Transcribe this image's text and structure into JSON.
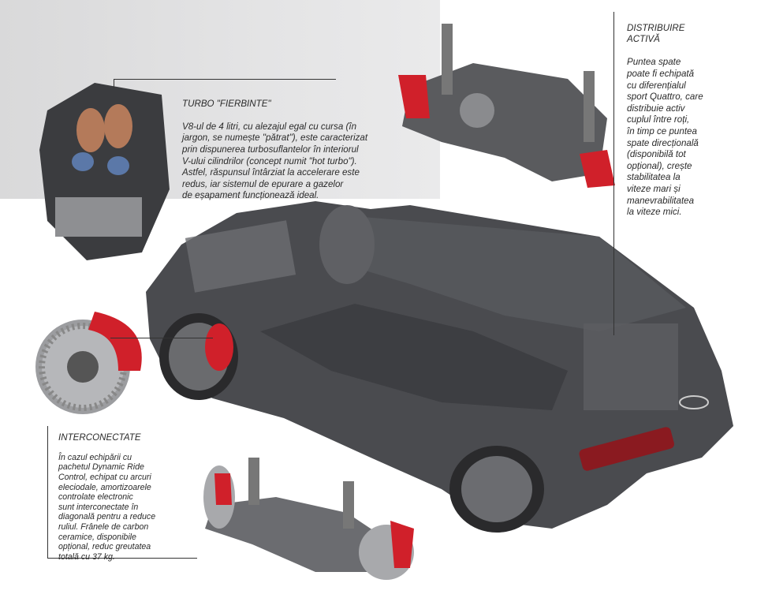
{
  "captions": {
    "turbo": {
      "title": "TURBO \"FIERBINTE\"",
      "body": "V8-ul de 4 litri, cu alezajul egal cu cursa (în\njargon, se numește \"pătrat\"), este caracterizat\nprin dispunerea turbosuflantelor în interiorul\nV-ului cilindrilor (concept numit \"hot turbo\").\nAstfel, răspunsul întârziat la accelerare este\nredus, iar sistemul de epurare a gazelor\nde eșapament funcționează ideal."
    },
    "distributie": {
      "title": "DISTRIBUIRE\nACTIVĂ",
      "body": "Puntea spate\npoate fi echipată\ncu diferențialul\nsport Quattro, care\ndistribuie activ\ncuplul între roți,\nîn timp ce puntea\nspate direcțională\n(disponibilă tot\nopțional), crește\nstabilitatea la\nviteze mari și\nmanevrabilitatea\nla viteze mici."
    },
    "interconectate": {
      "title": "INTERCONECTATE",
      "body": "În cazul echipării cu\npachetul Dynamic Ride\nControl, echipat cu arcuri\neleciodale, amortizoarele\ncontrolate electronic\nsunt interconectate în\ndiagonală pentru a reduce\nruliul. Frânele de carbon\nceramice, disponibile\nopțional, reduc greutatea\ntotală cu 37 kg."
    }
  },
  "colors": {
    "caliper": "#d0202a",
    "car": "#3c3d40",
    "panel": "#dcdcdd",
    "text": "#2a2a2a"
  }
}
